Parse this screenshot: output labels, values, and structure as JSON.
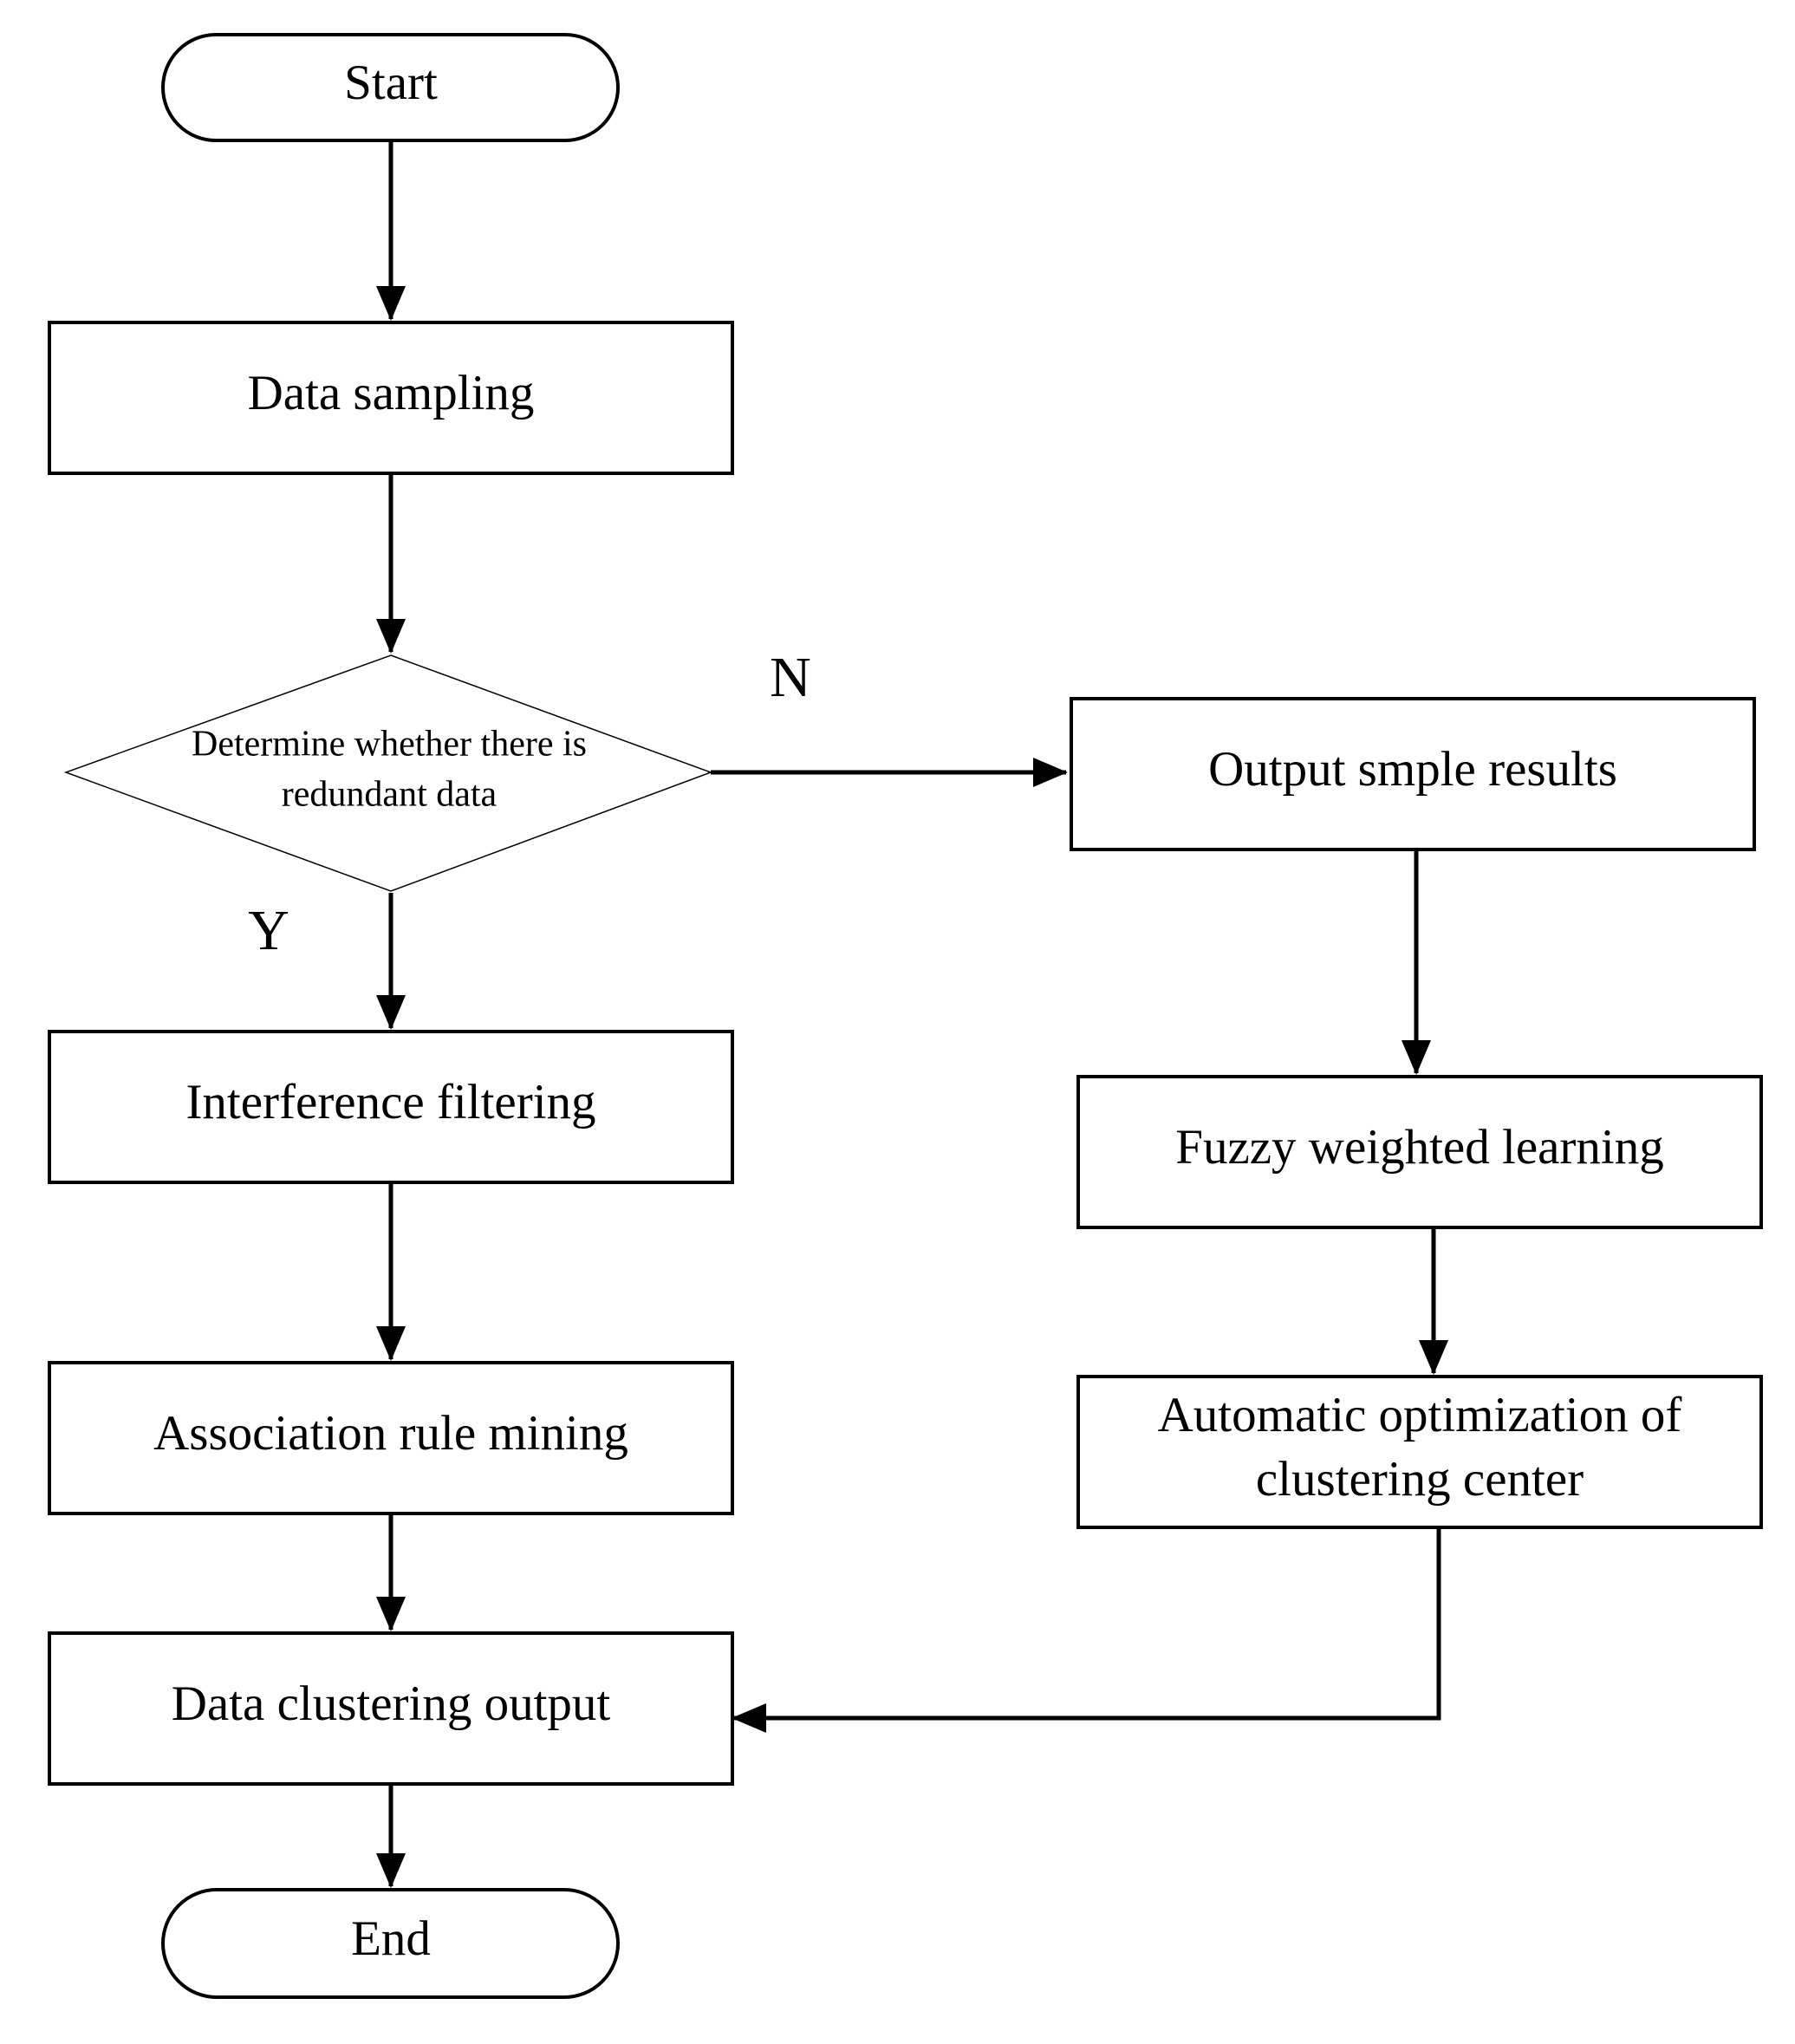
{
  "nodes": {
    "start": "Start",
    "data_sampling": "Data sampling",
    "decision": [
      "Determine whether there is",
      "redundant data"
    ],
    "output_sample": "Output smple results",
    "interference_filtering": "Interference filtering",
    "fuzzy_learning": "Fuzzy weighted learning",
    "association_mining": "Association rule mining",
    "auto_optimization": [
      "Automatic optimization of",
      "clustering center"
    ],
    "clustering_output": "Data clustering output",
    "end": "End"
  },
  "branches": {
    "no": "N",
    "yes": "Y"
  },
  "colors": {
    "line": "#000000",
    "fill": "#ffffff",
    "text": "#000000"
  }
}
